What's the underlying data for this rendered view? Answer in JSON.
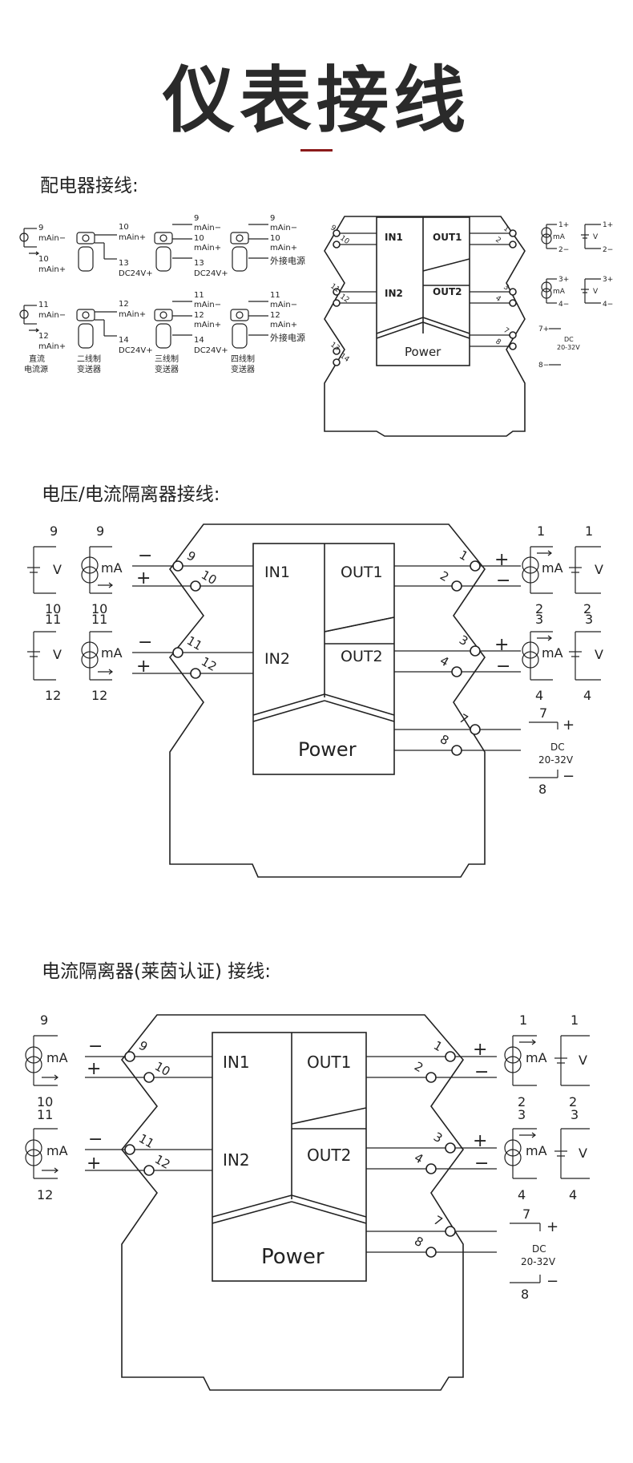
{
  "title": "仪表接线",
  "accent_color": "#8b1a1a",
  "sections": [
    {
      "title": "配电器接线:"
    },
    {
      "title": "电压/电流隔离器接线:"
    },
    {
      "title": "电流隔离器(莱茵认证) 接线:"
    }
  ],
  "module": {
    "in1": "IN1",
    "in2": "IN2",
    "out1": "OUT1",
    "out2": "OUT2",
    "power": "Power",
    "terminals": [
      "1",
      "2",
      "3",
      "4",
      "7",
      "8",
      "9",
      "10",
      "11",
      "12",
      "13",
      "14"
    ]
  },
  "symbols": {
    "mA": "mA",
    "V": "V",
    "plus": "+",
    "minus": "−"
  },
  "dc_label": "DC",
  "dc_range": "20-32V",
  "distributor": {
    "labels": {
      "mAin_minus": "mAin−",
      "mAin_plus": "mAin+",
      "dc24v": "DC24V+",
      "ext_power": "外接电源",
      "dc_range_small": "20-32V"
    },
    "devices": [
      {
        "line1": "直流",
        "line2": "电流源"
      },
      {
        "line1": "二线制",
        "line2": "变送器"
      },
      {
        "line1": "三线制",
        "line2": "变送器"
      },
      {
        "line1": "四线制",
        "line2": "变送器"
      }
    ],
    "out_terms": {
      "1p": "1+",
      "2m": "2−",
      "3p": "3+",
      "4m": "4−",
      "7p": "7+",
      "8m": "8−"
    }
  }
}
